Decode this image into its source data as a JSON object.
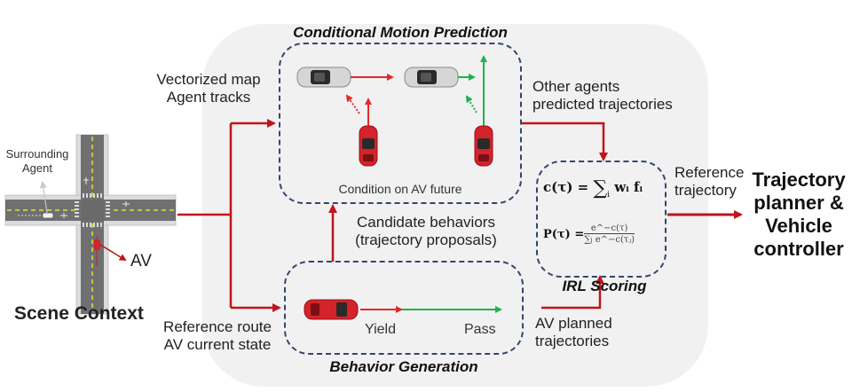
{
  "scene": {
    "surrounding_agent_label": "Surrounding\nAgent",
    "surrounding_agent_line1": "Surrounding",
    "surrounding_agent_line2": "Agent",
    "av_label": "AV",
    "title": "Scene Context"
  },
  "inputs": {
    "map_line1": "Vectorized map",
    "map_line2": "Agent tracks",
    "route_line1": "Reference route",
    "route_line2": "AV current state"
  },
  "prediction": {
    "title": "Conditional Motion Prediction",
    "caption": "Condition on AV future"
  },
  "candidates": {
    "line1": "Candidate behaviors",
    "line2": "(trajectory proposals)"
  },
  "behavior": {
    "title": "Behavior Generation",
    "yield_label": "Yield",
    "pass_label": "Pass"
  },
  "other_agents": {
    "line1": "Other agents",
    "line2": "predicted trajectories"
  },
  "av_planned": {
    "line1": "AV planned",
    "line2": "trajectories"
  },
  "irl": {
    "title": "IRL Scoring",
    "cost_lhs": "c(τ) = ",
    "cost_rhs": "wᵢ fᵢ",
    "prob_lhs": "P(τ) = ",
    "prob_num": "e^−c(τ)",
    "prob_den": "e^−c(τⱼ)"
  },
  "reference": {
    "line1": "Reference",
    "line2": "trajectory"
  },
  "output": {
    "line1": "Trajectory",
    "line2": "planner &",
    "line3": "Vehicle",
    "line4": "controller"
  },
  "colors": {
    "flow_arrow": "#c0141c",
    "yield_arrow": "#e8262a",
    "pass_arrow": "#1fb24b",
    "box_border": "#34466b",
    "panel_bg": "#f1f1f1",
    "av_car": "#d4232a",
    "agent_car": "#c9c9c9"
  }
}
